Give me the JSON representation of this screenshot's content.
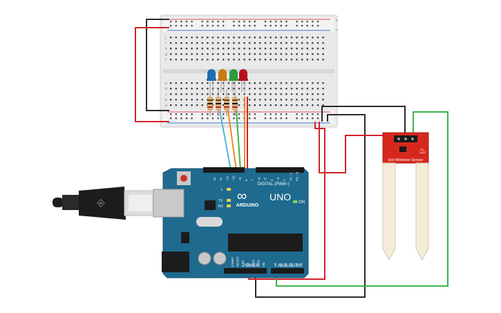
{
  "arduino": {
    "brand": "ARDUINO",
    "model": "UNO",
    "digital_label": "DIGITAL (PWM~)",
    "power_label": "POWER",
    "analog_label": "ANALOG IN",
    "on_label": "ON",
    "l_label": "L",
    "tx_label": "TX",
    "rx_label": "RX",
    "aref_label": "AREF",
    "gnd_label": "GND",
    "pins_top": [
      "13",
      "12",
      "~11",
      "~10",
      "~9",
      "8",
      "7",
      "~6",
      "~5",
      "4",
      "~3",
      "2",
      "TX→1",
      "RX←0"
    ],
    "pins_power": [
      "IOREF",
      "RESET",
      "3.3V",
      "5V",
      "GND",
      "GND",
      "Vin"
    ],
    "pins_analog": [
      "A0",
      "A1",
      "A2",
      "A3",
      "A4",
      "A5"
    ]
  },
  "sensor": {
    "label": "Soil Moisture Sensor"
  },
  "leds": [
    {
      "name": "blue-led",
      "color": "#1f6fb2"
    },
    {
      "name": "orange-led",
      "color": "#c67a10"
    },
    {
      "name": "green-led",
      "color": "#2e9a3a"
    },
    {
      "name": "red-led",
      "color": "#b5121b"
    }
  ],
  "breadboard": {
    "row_letters_top": [
      "j",
      "i",
      "h",
      "g",
      "f"
    ],
    "row_letters_bottom": [
      "e",
      "d",
      "c",
      "b",
      "a"
    ],
    "plus_label": "+",
    "minus_label": "−"
  },
  "colors": {
    "wire_red": "#d4202a",
    "wire_black": "#2b2b2b",
    "wire_green": "#3bb54a",
    "wire_cyan": "#4db6d6",
    "wire_orange": "#f08a1c",
    "board_blue": "#1f6a8f",
    "sensor_red": "#d7281e"
  }
}
